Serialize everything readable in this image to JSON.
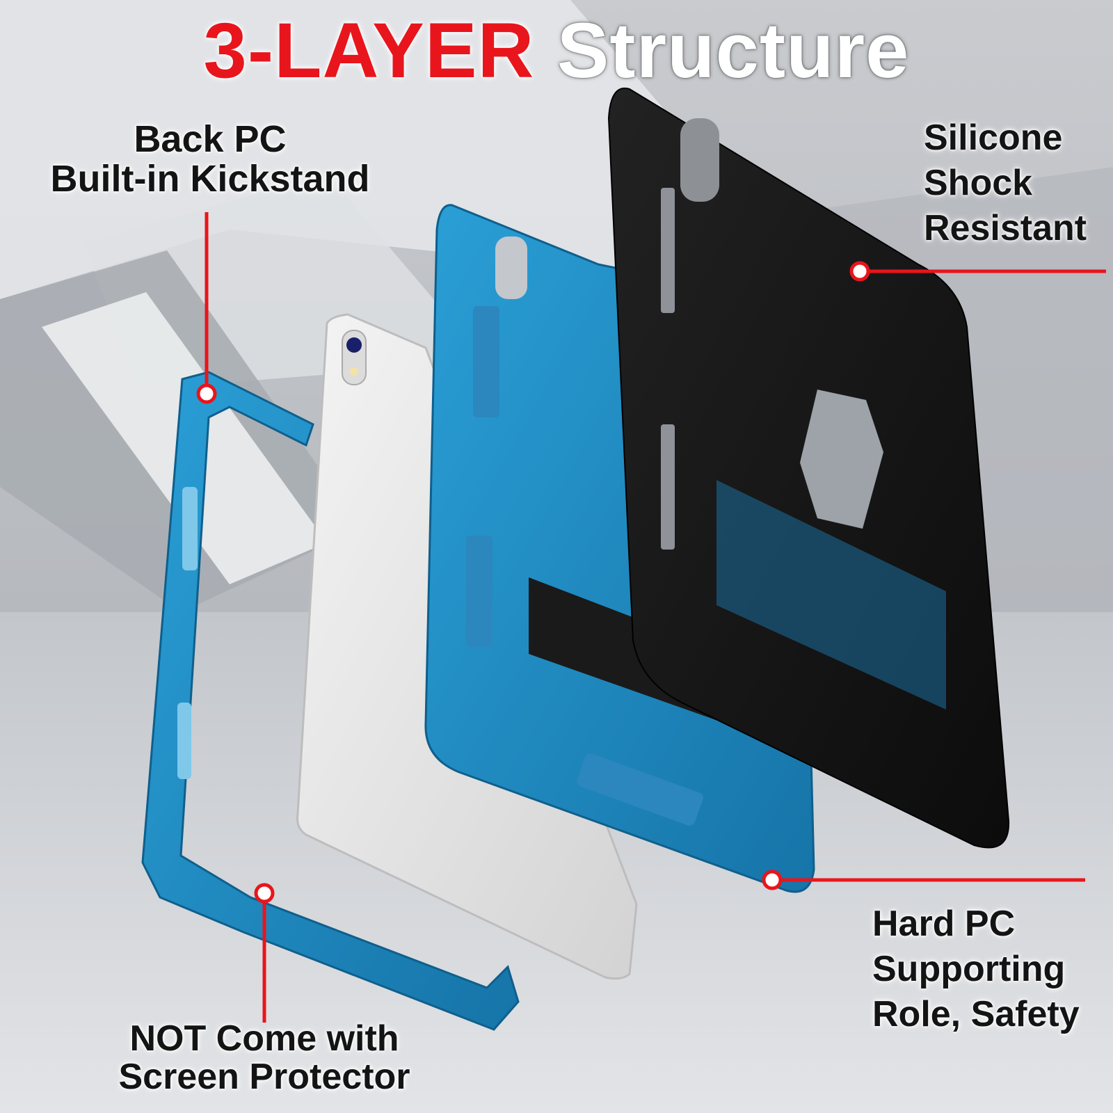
{
  "title": {
    "accent": "3-LAYER",
    "rest": "Structure"
  },
  "callouts": {
    "back_pc": {
      "lines": [
        "Back PC",
        "Built-in Kickstand"
      ]
    },
    "silicone": {
      "lines": [
        "Silicone",
        "Shock",
        "Resistant"
      ]
    },
    "hard_pc": {
      "lines": [
        "Hard PC",
        "Supporting",
        "Role, Safety"
      ]
    },
    "screen": {
      "lines": [
        "NOT Come with",
        "Screen Protector"
      ]
    }
  },
  "colors": {
    "accent": "#e8151c",
    "blue_frame": "#1f8fc6",
    "black_shell": "#161616",
    "tablet_silver": "#e6e6e6"
  }
}
